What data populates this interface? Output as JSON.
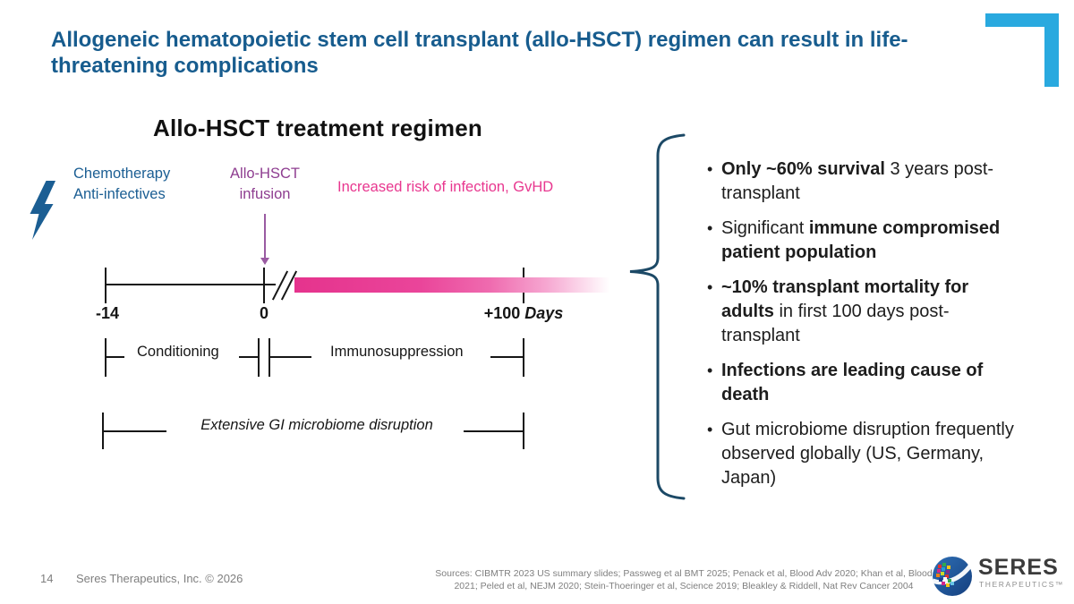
{
  "slide": {
    "title": "Allogeneic hematopoietic stem cell transplant (allo-HSCT) regimen can result in life-threatening complications"
  },
  "diagram": {
    "title": "Allo-HSCT treatment regimen",
    "labels": {
      "chemo_line1": "Chemotherapy",
      "chemo_line2": "Anti-infectives",
      "infusion_line1": "Allo-HSCT",
      "infusion_line2": "infusion",
      "risk": "Increased risk of infection, GvHD"
    },
    "timeline": {
      "tick_start": "-14",
      "tick_zero": "0",
      "tick_end": "+100",
      "tick_end_unit": "Days"
    },
    "ranges": {
      "conditioning": "Conditioning",
      "immunosuppression": "Immunosuppression",
      "gi_disruption": "Extensive GI microbiome disruption"
    },
    "icons": {
      "lightning": "lightning-bolt"
    }
  },
  "right_panel": {
    "bullets": [
      {
        "segments": [
          {
            "text": "Only ~60% survival",
            "bold": true
          },
          {
            "text": " 3 years post-transplant",
            "bold": false
          }
        ]
      },
      {
        "segments": [
          {
            "text": "Significant ",
            "bold": false
          },
          {
            "text": "immune compromised patient population",
            "bold": true
          }
        ]
      },
      {
        "segments": [
          {
            "text": "~10% transplant mortality for adults",
            "bold": true
          },
          {
            "text": " in first 100 days post-transplant",
            "bold": false
          }
        ]
      },
      {
        "segments": [
          {
            "text": "Infections are leading cause of death",
            "bold": true
          }
        ]
      },
      {
        "segments": [
          {
            "text": "Gut microbiome disruption frequently observed globally (US, Germany, Japan)",
            "bold": false
          }
        ]
      }
    ]
  },
  "footer": {
    "page_number": "14",
    "copyright": "Seres Therapeutics, Inc. © 2026",
    "sources": "Sources:  CIBMTR 2023 US summary slides; Passweg et al BMT 2025; Penack et al, Blood Adv 2020; Khan et al, Blood 2021; Peled et al, NEJM 2020; Stein-Thoeringer et al, Science 2019; Bleakley & Riddell, Nat Rev Cancer 2004",
    "logo_name": "SERES",
    "logo_subtext": "THERAPEUTICS™"
  },
  "colors": {
    "title_blue": "#175C8E",
    "corner_accent": "#29A9DF",
    "label_blue": "#1B5E93",
    "infusion_purple": "#8E3D90",
    "arrow_purple": "#9A5BA2",
    "risk_pink": "#E8378F",
    "band_gradient_start": "#E5338D",
    "brace_navy": "#1C4966",
    "body_text": "#1D1D1D",
    "footer_gray": "#7F7F7F"
  }
}
